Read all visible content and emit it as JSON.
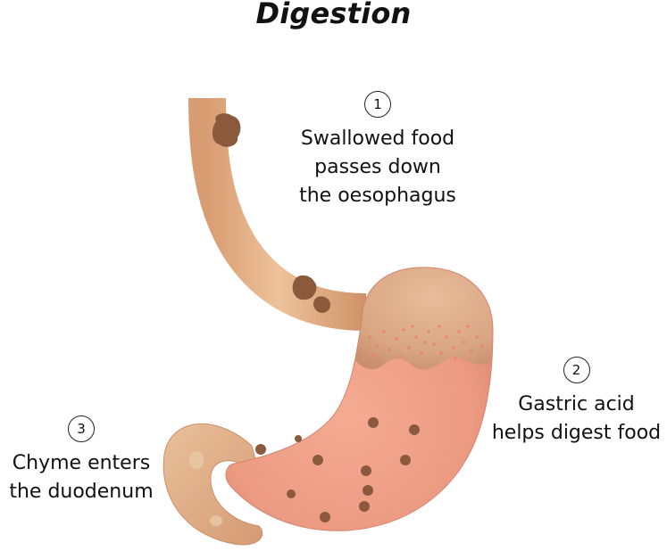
{
  "title": "Digestion",
  "steps": [
    {
      "number": "1",
      "text": "Swallowed food\npasses down\nthe oesophagus"
    },
    {
      "number": "2",
      "text": "Gastric acid\nhelps digest food"
    },
    {
      "number": "3",
      "text": "Chyme enters\nthe duodenum"
    }
  ],
  "colors": {
    "oesophagus": "#e2b38b",
    "stomach_top": "#d9a888",
    "stomach_body": "#ee9d86",
    "food": "#8b5a3c",
    "acid_dots": "#f07b6d"
  }
}
